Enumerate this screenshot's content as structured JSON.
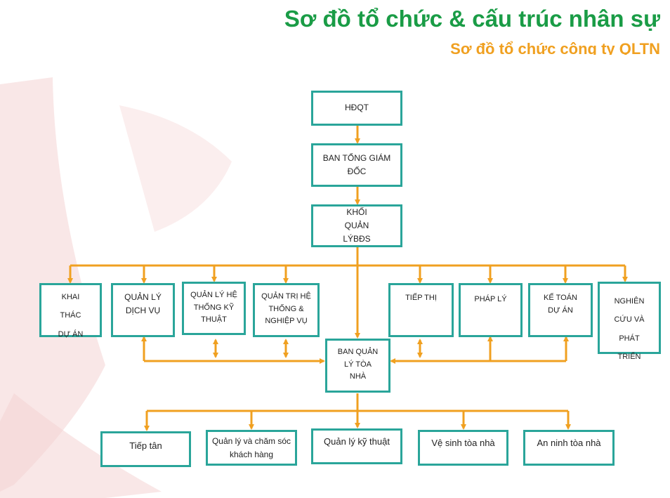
{
  "header": {
    "title": "Sơ đồ tổ chức & cấu trúc nhân sự",
    "subtitle": "Sơ đồ tổ chức công ty QLTN"
  },
  "colors": {
    "title": "#1a9c46",
    "subtitle": "#f0a020",
    "box_border": "#2aa59a",
    "connector": "#f0a020",
    "watermark": "#e8b8b8"
  },
  "org": {
    "hdqt": "HĐQT",
    "tgd": "BAN TỔNG GIÁM ĐỐC",
    "khoi": "KHỐI QUẢN LÝBĐS",
    "departments": {
      "khai_thac": "KHAI THÁC DỰ ÁN",
      "dich_vu": "QUẢN LÝ DỊCH VỤ",
      "ky_thuat": "QUẢN LÝ HỆ THỐNG KỸ THUẬT",
      "quan_tri": "QUẢN TRỊ HỆ THỐNG & NGHIỆP VỤ",
      "tiep_thi": "TIẾP THỊ",
      "phap_ly": "PHÁP LÝ",
      "ke_toan": "KẾ TOÁN DỰ ÁN",
      "nghien_cuu": "NGHIÊN CỨU VÀ PHÁT TRIỂN"
    },
    "building_mgmt": "BAN QUẢN LÝ TÒA NHÀ",
    "teams": {
      "tiep_tan": "Tiếp tân",
      "cham_soc": "Quản lý và chăm sóc khách hàng",
      "ky_thuat": "Quản lý kỹ thuật",
      "ve_sinh": "Vệ sinh tòa nhà",
      "an_ninh": "An ninh tòa nhà"
    }
  }
}
